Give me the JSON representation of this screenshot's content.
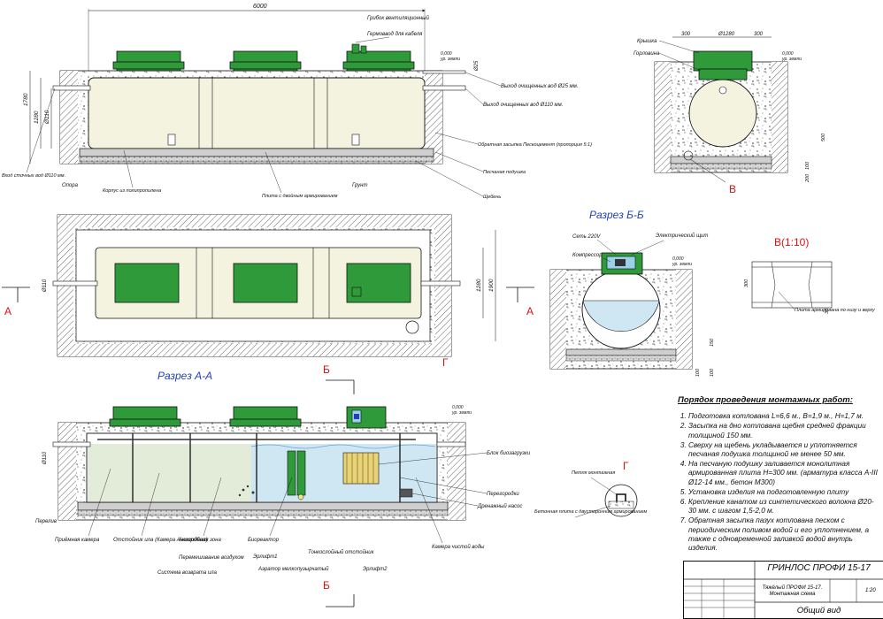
{
  "dims": {
    "length_top": "6000",
    "h_1780": "1780",
    "h_1280": "1280",
    "d110_left": "Ø110",
    "d1280_bb": "Ø1280",
    "w300_a": "300",
    "w300_b": "300",
    "w1280_plan": "1280",
    "w1900_plan": "1900",
    "d110_plan": "Ø110",
    "d110_cut": "Ø110",
    "h100_a": "100",
    "h150": "150",
    "h100_b": "100",
    "h100_c": "100",
    "h500": "500",
    "h200": "200",
    "b_300": "300",
    "b_30": "30",
    "level_0": "0,000",
    "level_0_sub": "ур. земли",
    "d25": "Ø25"
  },
  "top_labels": {
    "vent": "Грибок вентиляционный",
    "cable": "Гермоввод для кабеля",
    "out25": "Выход очищенных вод Ø25 мм.",
    "out110": "Выход очищенных вод Ø110 мм.",
    "backfill": "Обратная засыпка Пескоцемент (пропорция 5:1)",
    "sand": "Песчаная подушка",
    "gravel": "Щебень",
    "ground": "Грунт",
    "slab": "Плита с двойным армированием",
    "body": "Корпус из полипропилена",
    "support": "Опора",
    "inlet": "Вход сточных вод Ø110 мм."
  },
  "bb_labels": {
    "lid": "Крышка",
    "neck": "Горловина",
    "power": "Сеть 220V",
    "panel": "Электрический щит",
    "compressor": "Компрессор"
  },
  "section_titles": {
    "bb": "Разрез Б-Б",
    "aa": "Разрез А-А",
    "detail_v": "В(1:10)",
    "detail_g": "Г"
  },
  "markers": {
    "A_left": "А",
    "A_right": "А",
    "B_top": "Б",
    "B_bottom": "Б",
    "V": "В",
    "G": "Г"
  },
  "detail_labels": {
    "rebar": "Плита армирована по низу и верху",
    "loop": "Петля монтажная",
    "slab": "Бетонная плита с двусторонним армированием"
  },
  "aa_labels": {
    "block": "Блок биозагрузки",
    "partitions": "Перегородки",
    "pump": "Дренажный насос",
    "overflow": "Перелив",
    "receive": "Приёмная камера",
    "sludge_tank": "Отстойник ила (Камера Аноксидная)",
    "anaerobic": "Анаэробная зона",
    "mixing": "Перемешивание воздухом",
    "return": "Система возврата ила",
    "bioreactor": "Биореактор",
    "airlift1": "Эрлифт1",
    "aerator": "Аэратор мелкопузырчатый",
    "settler": "Тонкослойный отстойник",
    "airlift2": "Эрлифт2",
    "clean": "Камера чистой воды"
  },
  "procedure": {
    "title": "Порядок проведения монтажных работ:",
    "items": [
      "Подготовка котлована L=6,6 м., B=1,9 м., H=1,7 м.",
      "Засыпка на дно котлована щебня средней фракции толщиной 150 мм.",
      "Сверху на щебень укладывается и уплотняется песчаная подушка толщиной не менее 50 мм.",
      "На песчаную подушку заливается монолитная армированная плита H=300 мм. (арматура класса А-III Ø12-14 мм., бетон М300)",
      "Установка изделия на подготовленную плиту",
      "Крепление канатом из синтетического волокна Ø20-30 мм. с шагом 1,5-2,0 м.",
      "Обратная засыпка пазух котлована песком с периодическим поливом водой и его уплотнением, а также с одновременной заливкой водой внутрь изделия."
    ]
  },
  "stamp": {
    "title": "ГРИНЛОС ПРОФИ 15-17",
    "subtitle": "Тяжёлый ПРОФИ 15-17. Монтажная схема",
    "view": "Общий вид",
    "scale": "1:20"
  }
}
